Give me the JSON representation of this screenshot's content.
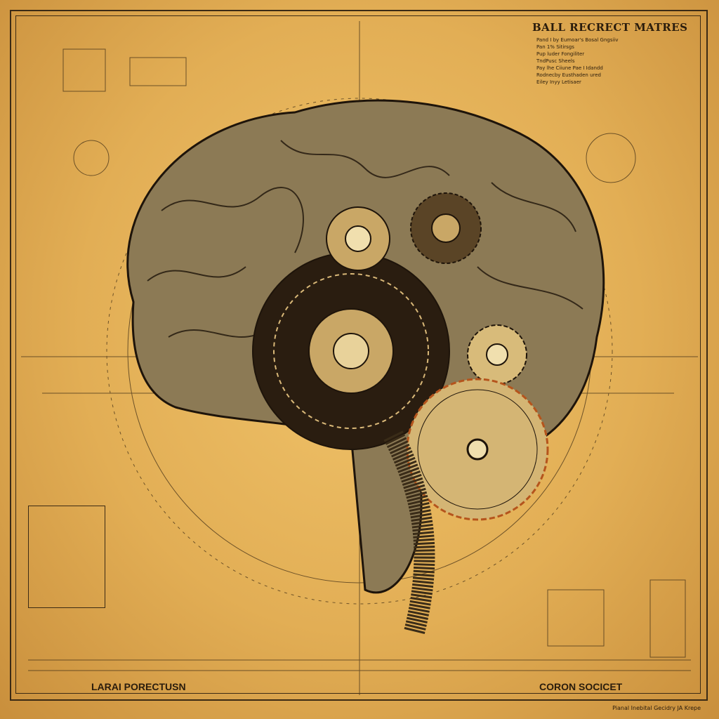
{
  "colors": {
    "paper": "#e6b25a",
    "ink": "#2a1c0c",
    "gear_accent": "#b5541c"
  },
  "top_right": {
    "title": "BALL RECRECT MATRES",
    "notes": [
      "Pand I by Eumoar's Bosal Gngsiiv",
      "Pan 1% Sitirsgs",
      "Pup luder Fongiliter",
      "TndPusc Sheels",
      "Pay lhe Ciiune Pae I Idandd",
      "Rodnecby Eusthaden ured",
      "Eiley Inyy Letisaer"
    ]
  },
  "bottom_left": {
    "label": "LARAI PORECTUSN"
  },
  "bottom_right": {
    "label": "CORON SOCICET"
  },
  "credit": "Pianal Inebital Gecidry JA Krepe"
}
